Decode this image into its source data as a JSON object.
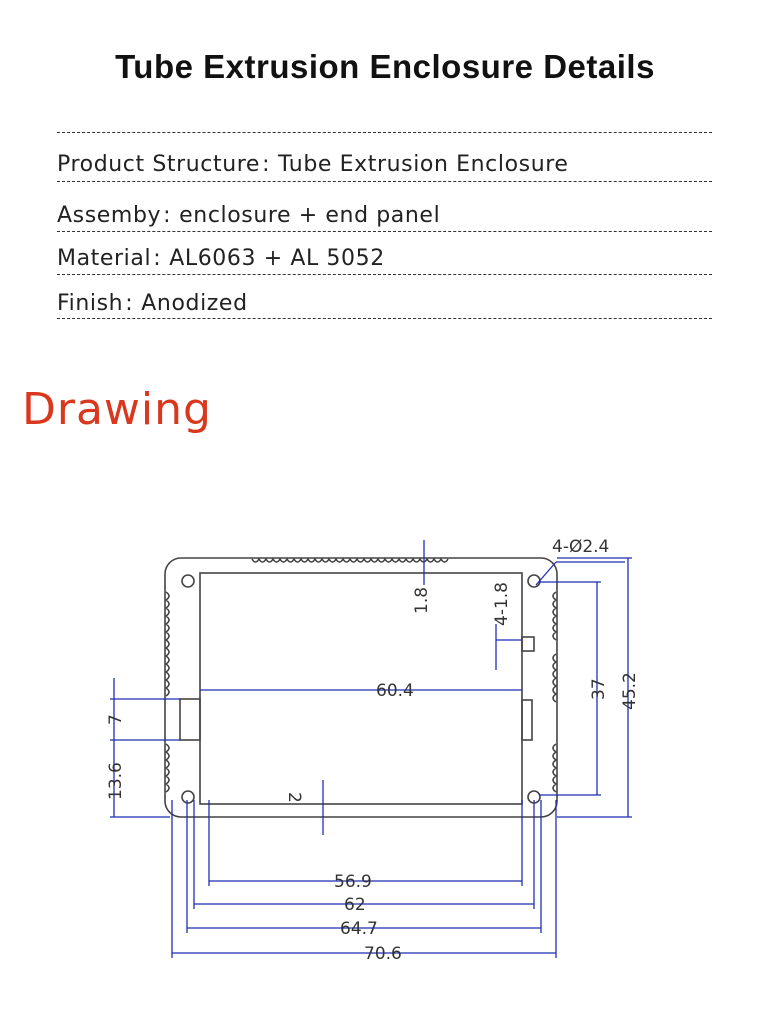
{
  "header": {
    "title": "Tube Extrusion Enclosure Details"
  },
  "specs": [
    {
      "label": "Product Structure",
      "value": "Tube Extrusion Enclosure"
    },
    {
      "label": "Assemby",
      "value": "enclosure + end panel"
    },
    {
      "label": "Material",
      "value": "AL6063 + AL 5052"
    },
    {
      "label": "Finish",
      "value": "Anodized"
    }
  ],
  "drawing": {
    "heading": "Drawing",
    "dimensions": {
      "overall_width": "70.6",
      "width_2": "64.7",
      "width_3": "62",
      "width_4": "56.9",
      "inner_width": "60.4",
      "overall_height": "45.2",
      "hole_spacing": "37",
      "slot_height": "7",
      "slot_offset": "13.6",
      "top_wall": "1.8",
      "bottom_wall": "2",
      "slot_width": "4-1.8",
      "holes": "4-Ø2.4"
    },
    "colors": {
      "dimension": "#1f2fb0",
      "outline": "#444444",
      "heading": "#d9381e"
    }
  }
}
